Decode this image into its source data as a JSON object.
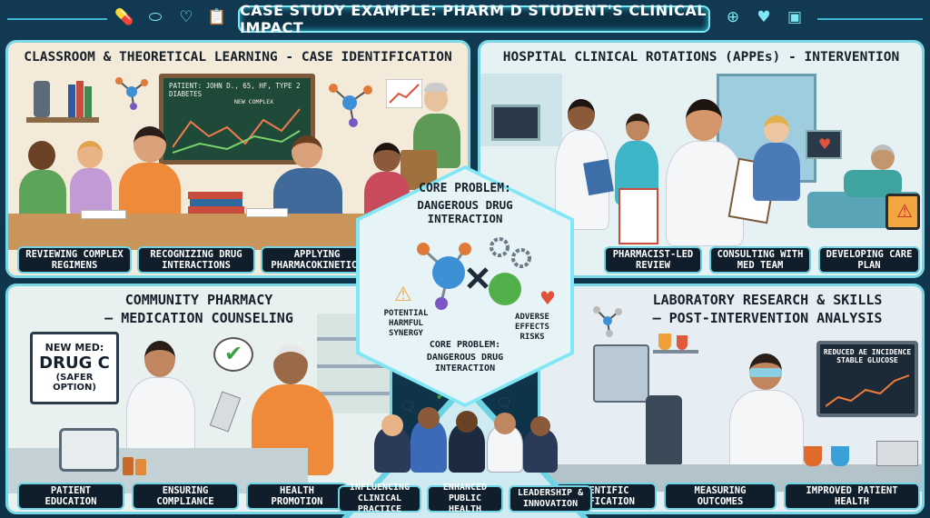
{
  "header": {
    "title": "CASE STUDY EXAMPLE: PHARM D STUDENT'S CLINICAL IMPACT"
  },
  "center": {
    "top_title": "CORE PROBLEM:",
    "top_subtitle": "DANGEROUS DRUG INTERACTION",
    "left_note": "POTENTIAL HARMFUL SYNERGY",
    "right_note": "ADVERSE EFFECTS RISKS",
    "bottom_title": "CORE PROBLEM:",
    "bottom_subtitle": "DANGEROUS DRUG INTERACTION"
  },
  "quadrants": {
    "classroom": {
      "title": "CLASSROOM & THEORETICAL LEARNING - CASE IDENTIFICATION",
      "board_text": "PATIENT: JOHN D., 65, HF, TYPE 2 DIABETES",
      "board_sub": "NEW COMPLEX",
      "labels": [
        "REVIEWING COMPLEX REGIMENS",
        "RECOGNIZING DRUG INTERACTIONS",
        "APPLYING PHARMACOKINETICS"
      ]
    },
    "hospital": {
      "title": "HOSPITAL CLINICAL ROTATIONS (APPEs) - INTERVENTION",
      "labels": [
        "PHARMACIST-LED REVIEW",
        "CONSULTING WITH MED TEAM",
        "DEVELOPING CARE PLAN"
      ]
    },
    "community": {
      "title_line1": "COMMUNITY PHARMACY",
      "title_line2": "– MEDICATION COUNSELING",
      "sign_line1": "NEW MED:",
      "sign_line2": "DRUG C",
      "sign_line3": "(SAFER OPTION)",
      "labels": [
        "PATIENT EDUCATION",
        "ENSURING COMPLIANCE",
        "HEALTH PROMOTION"
      ]
    },
    "lab": {
      "title_line1": "LABORATORY RESEARCH & SKILLS",
      "title_line2": "– POST-INTERVENTION ANALYSIS",
      "monitor_line1": "REDUCED AE INCIDENCE",
      "monitor_line2": "STABLE GLUCOSE",
      "labels": [
        "SCIENTIFIC VERIFICATION",
        "MEASURING OUTCOMES",
        "IMPROVED PATIENT HEALTH"
      ]
    }
  },
  "bottom_labels": [
    "INFLUENCING CLINICAL PRACTICE",
    "ENHANCED PUBLIC HEALTH",
    "LEADERSHIP & INNOVATION"
  ],
  "colors": {
    "frame": "#113a52",
    "accent": "#7fe7f5",
    "label_bg": "#0f1e2a",
    "warning": "#f2a541",
    "molecule_blue": "#3d8fd6",
    "molecule_green": "#52b04a"
  },
  "icons": [
    "pill-icon",
    "heart-icon",
    "clipboard-icon",
    "bandage-icon",
    "heartbeat-icon",
    "monitor-icon",
    "warning-icon",
    "check-icon"
  ]
}
